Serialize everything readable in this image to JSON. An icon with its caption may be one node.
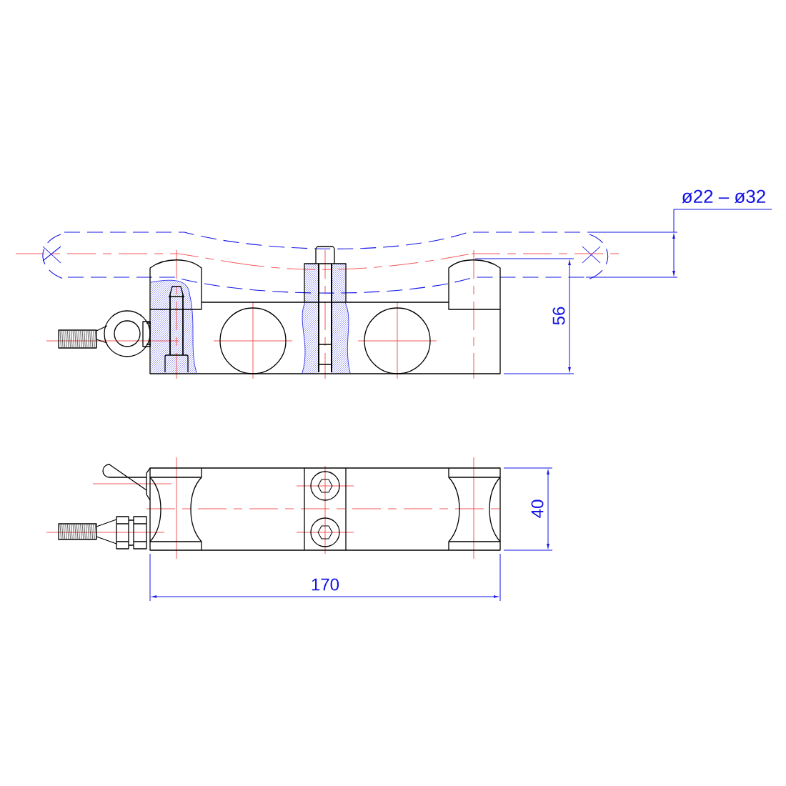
{
  "diagram": {
    "labels": [
      "ø22 – ø32",
      "56",
      "40",
      "170"
    ]
  }
}
